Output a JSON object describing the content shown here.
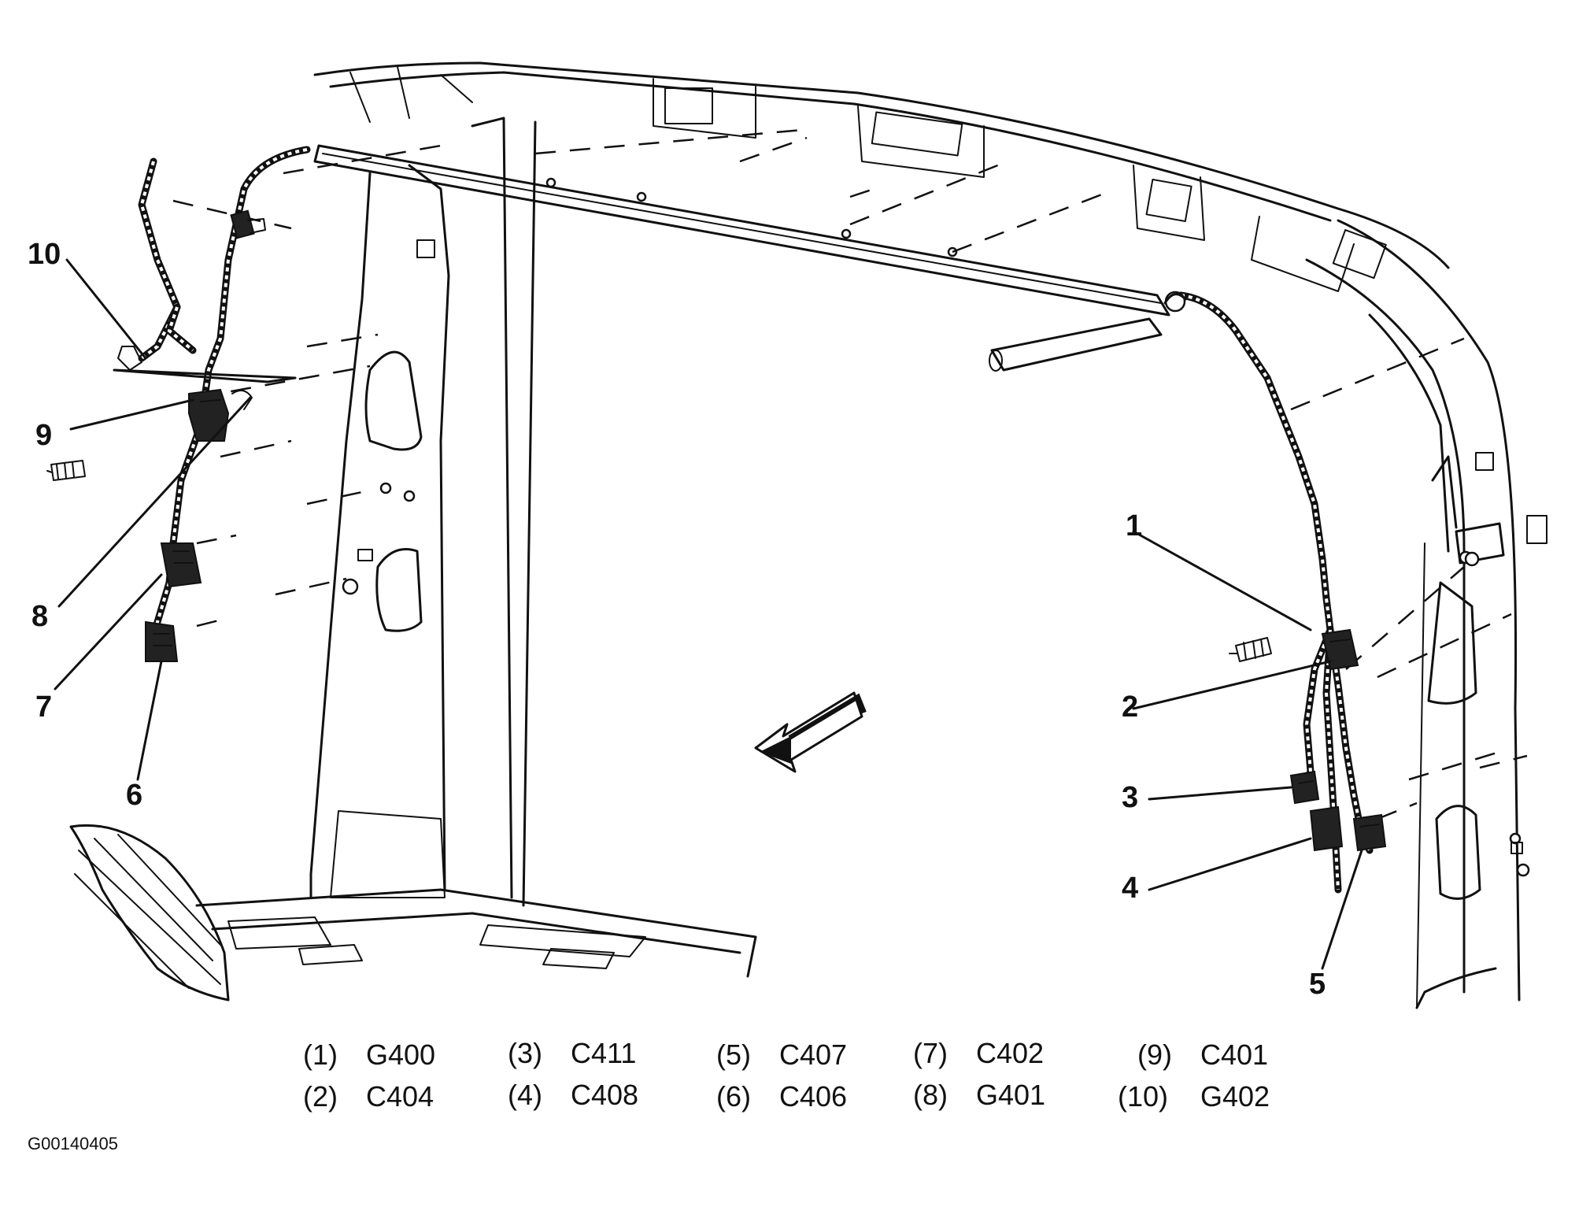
{
  "callouts": [
    "1",
    "2",
    "3",
    "4",
    "5",
    "6",
    "7",
    "8",
    "9",
    "10"
  ],
  "legend": [
    {
      "num": "(1)",
      "code": "G400"
    },
    {
      "num": "(2)",
      "code": "C404"
    },
    {
      "num": "(3)",
      "code": "C411"
    },
    {
      "num": "(4)",
      "code": "C408"
    },
    {
      "num": "(5)",
      "code": "C407"
    },
    {
      "num": "(6)",
      "code": "C406"
    },
    {
      "num": "(7)",
      "code": "C402"
    },
    {
      "num": "(8)",
      "code": "G401"
    },
    {
      "num": "(9)",
      "code": "C401"
    },
    {
      "num": "(10)",
      "code": "G402"
    }
  ],
  "figure_id": "G00140405"
}
